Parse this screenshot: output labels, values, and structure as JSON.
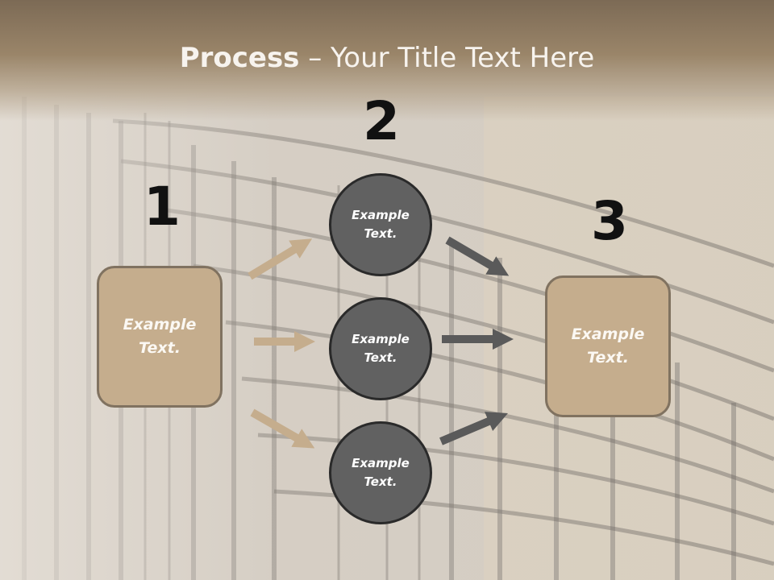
{
  "title": {
    "bold": "Process",
    "rest": " – Your Title Text Here"
  },
  "steps": {
    "step1_number": "1",
    "step2_number": "2",
    "step3_number": "3"
  },
  "left_box": {
    "label": "Example Text."
  },
  "right_box": {
    "label": "Example Text."
  },
  "circles": [
    {
      "label": "Example Text."
    },
    {
      "label": "Example Text."
    },
    {
      "label": "Example Text."
    }
  ],
  "colors": {
    "box_fill": "#c5ad8d",
    "circle_fill": "#616161",
    "left_arrows": "#c5ad8d",
    "right_arrows": "#5a5a5a"
  }
}
